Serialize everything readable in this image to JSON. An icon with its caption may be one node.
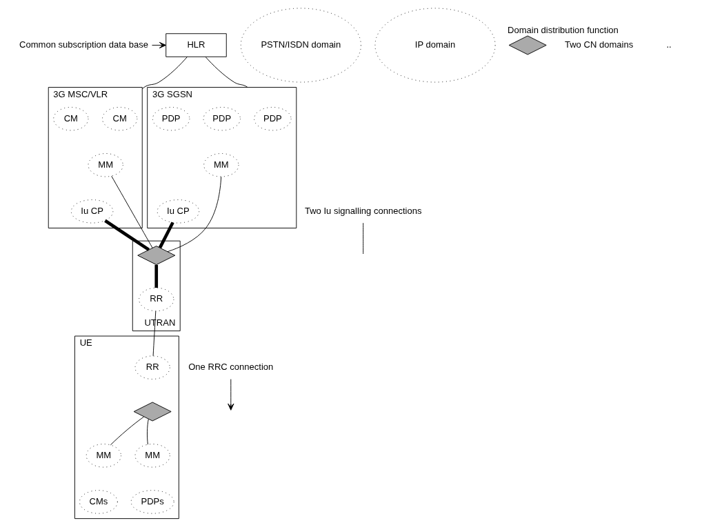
{
  "diagram": {
    "nodes": [
      {
        "text": [
          "HLR"
        ]
      },
      {
        "text": [
          "PSTN/ISDN domain"
        ]
      },
      {
        "text": [
          "3G MSC/VLR"
        ]
      },
      {
        "text": [
          "CM"
        ],
        "in": 2
      },
      {
        "text": [
          "CM"
        ],
        "in": 2
      },
      {
        "text": [
          "MM"
        ],
        "in": 2
      },
      {
        "text": [
          "Iu CP"
        ],
        "in": 2
      },
      {
        "text": [
          "IP domain"
        ]
      },
      {
        "text": [
          "3G SGSN"
        ]
      },
      {
        "text": [
          "PDP"
        ],
        "in": 8
      },
      {
        "text": [
          "PDP"
        ],
        "in": 8
      },
      {
        "text": [
          "PDP"
        ],
        "in": 8
      },
      {
        "text": [
          "MM"
        ],
        "in": 8
      },
      {
        "text": [
          "Iu CP"
        ],
        "in": 8
      },
      {
        "text": [
          "UTRAN"
        ]
      },
      {
        "text": [],
        "shape": "diamond",
        "in": 14
      },
      {
        "text": [
          "RR"
        ],
        "in": 14
      },
      {
        "text": [
          "UE"
        ]
      },
      {
        "text": [
          "RR"
        ],
        "in": 17
      },
      {
        "text": [],
        "shape": "diamond",
        "in": 17
      },
      {
        "text": [
          "MM"
        ],
        "in": 17
      },
      {
        "text": [
          "CMs"
        ],
        "in": 17
      },
      {
        "text": [
          "MM"
        ],
        "in": 17
      },
      {
        "text": [
          "PDPs"
        ],
        "in": 17
      },
      {
        "text": [
          "Common subscription data base"
        ]
      },
      {
        "text": [
          "Two Iu signalling connections"
        ]
      },
      {
        "text": [
          "One RRC connection"
        ]
      },
      {
        "text": [],
        "shape": "diamond",
        "beside": [
          "Domain distribution function"
        ]
      }
    ],
    "edges": [
      {
        "from": 0,
        "to": 2,
        "arrow": "none"
      },
      {
        "from": 0,
        "to": 8,
        "arrow": "none"
      },
      {
        "from": 24,
        "to": 0,
        "arrow": "to"
      },
      {
        "from": 5,
        "to": 15,
        "arrow": "none"
      },
      {
        "from": 6,
        "to": 15,
        "arrow": "none",
        "style": "thick"
      },
      {
        "from": 12,
        "to": 15,
        "arrow": "none"
      },
      {
        "from": 13,
        "to": 15,
        "arrow": "none",
        "style": "thick"
      },
      {
        "from": 15,
        "to": 16,
        "arrow": "none",
        "style": "thick"
      },
      {
        "from": 25,
        "to": null,
        "arrow": "none"
      },
      {
        "from": 16,
        "to": 18,
        "arrow": "none"
      },
      {
        "from": 26,
        "to": null,
        "arrow": "to"
      },
      {
        "from": 19,
        "to": 20,
        "arrow": "none"
      },
      {
        "from": 19,
        "to": 22,
        "arrow": "none"
      }
    ],
    "labels": [
      "Two CN domains",
      ".."
    ]
  }
}
